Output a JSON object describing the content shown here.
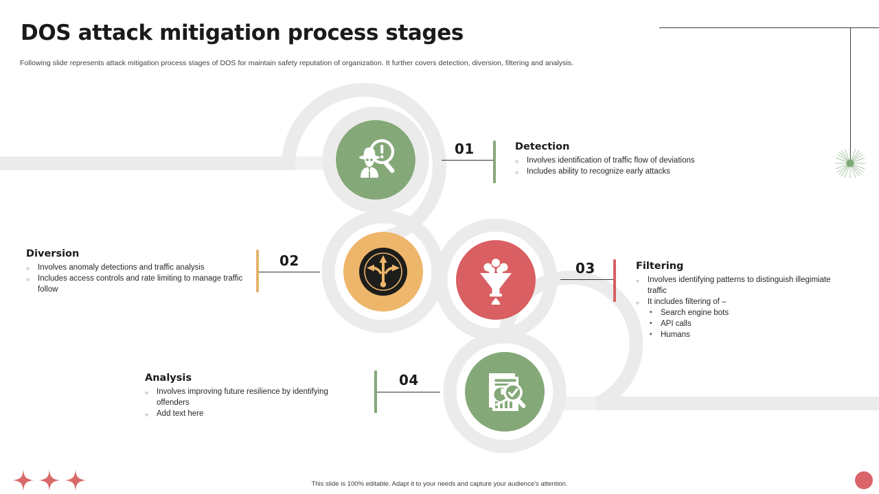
{
  "slide": {
    "title": "DOS attack mitigation process stages",
    "subtitle": "Following slide represents attack mitigation process stages of DOS for maintain safety reputation of organization. It further covers detection, diversion, filtering and analysis.",
    "footer_note": "This slide is 100% editable. Adapt it to your needs and capture your audience's attention."
  },
  "colors": {
    "green": "#85a878",
    "orange": "#eeb66a",
    "red": "#d95f62",
    "dark": "#1d1d1b",
    "grey_ribbon": "#ebebeb",
    "grey_bar": "#f1f1f1",
    "line": "#303030",
    "accent_red_dot": "#d9646a",
    "star_red": "#d96a6a",
    "burst_green": "#7fa876"
  },
  "stages": [
    {
      "number": "01",
      "title": "Detection",
      "accent": "#85a878",
      "icon": "spy-magnifier-alert-icon",
      "icon_bg": "#85a878",
      "bullets": [
        "Involves  identification  of traffic  flow  of deviations",
        "Includes  ability to recognize   early  attacks"
      ],
      "sub_bullets": []
    },
    {
      "number": "02",
      "title": "Diversion",
      "accent": "#eeb66a",
      "icon": "diverging-arrows-icon",
      "icon_bg": "#eeb66a",
      "bullets": [
        "Involves  anomaly detections and traffic  analysis",
        "Includes  access controls and rate limiting to manage  traffic  follow"
      ],
      "sub_bullets": []
    },
    {
      "number": "03",
      "title": "Filtering",
      "accent": "#d95f62",
      "icon": "funnel-filter-icon",
      "icon_bg": "#d95f62",
      "bullets": [
        "Involves  identifying  patterns to distinguish illegimiate  traffic",
        "It includes filtering  of –"
      ],
      "sub_bullets": [
        "Search  engine  bots",
        "API calls",
        "Humans"
      ]
    },
    {
      "number": "04",
      "title": "Analysis",
      "accent": "#85a878",
      "icon": "report-analysis-magnifier-icon",
      "icon_bg": "#85a878",
      "bullets": [
        "Involves  improving  future resilience by identifying offenders",
        "Add text here"
      ],
      "sub_bullets": []
    }
  ]
}
